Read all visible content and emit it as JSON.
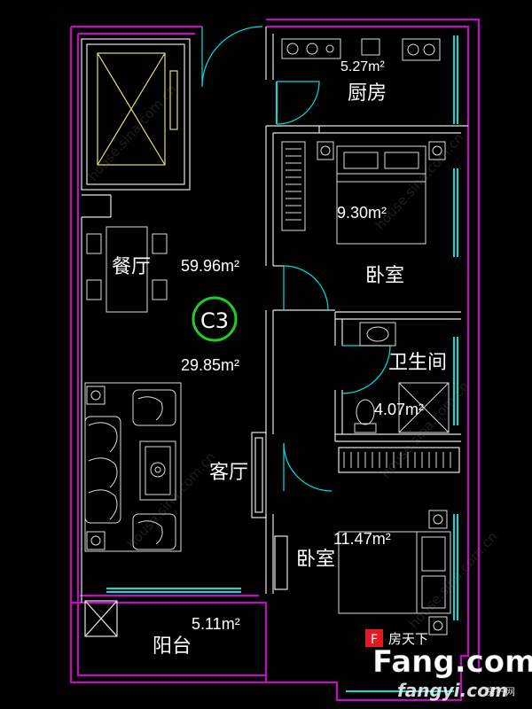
{
  "colors": {
    "background": "#000000",
    "outer_wall": "#d400d4",
    "inner_wall": "#e6e6e6",
    "window": "#00e0e0",
    "fixture": "#dcdcdc",
    "elevator": "#e0e070",
    "badge_ring": "#22cc22",
    "logo_red": "#e21a22"
  },
  "plan": {
    "unit_code": "C3",
    "total_area": "59.96m²",
    "rooms": {
      "kitchen": {
        "name": "厨房",
        "area": "5.27m²"
      },
      "bedroom_north": {
        "name": "卧室",
        "area": "9.30m²"
      },
      "dining": {
        "name": "餐厅"
      },
      "living": {
        "name": "客厅",
        "area": "29.85m²"
      },
      "bathroom": {
        "name": "卫生间",
        "area": "4.07m²"
      },
      "bedroom_south": {
        "name": "卧室",
        "area": "11.47m²"
      },
      "balcony": {
        "name": "阳台",
        "area": "5.11m²"
      }
    }
  },
  "watermark": {
    "diagonal": "house.sina.com.cn",
    "brand_top": "房天下",
    "brand_main": "Fang.com",
    "brand_bottom": "fangyi.com",
    "brand_bottom_cn": "房一网"
  },
  "icons": [
    "elevator-shaft-icon",
    "sofa-icon",
    "dining-table-icon",
    "bed-icon",
    "toilet-icon",
    "sink-icon",
    "stove-icon",
    "door-swing-icon"
  ]
}
